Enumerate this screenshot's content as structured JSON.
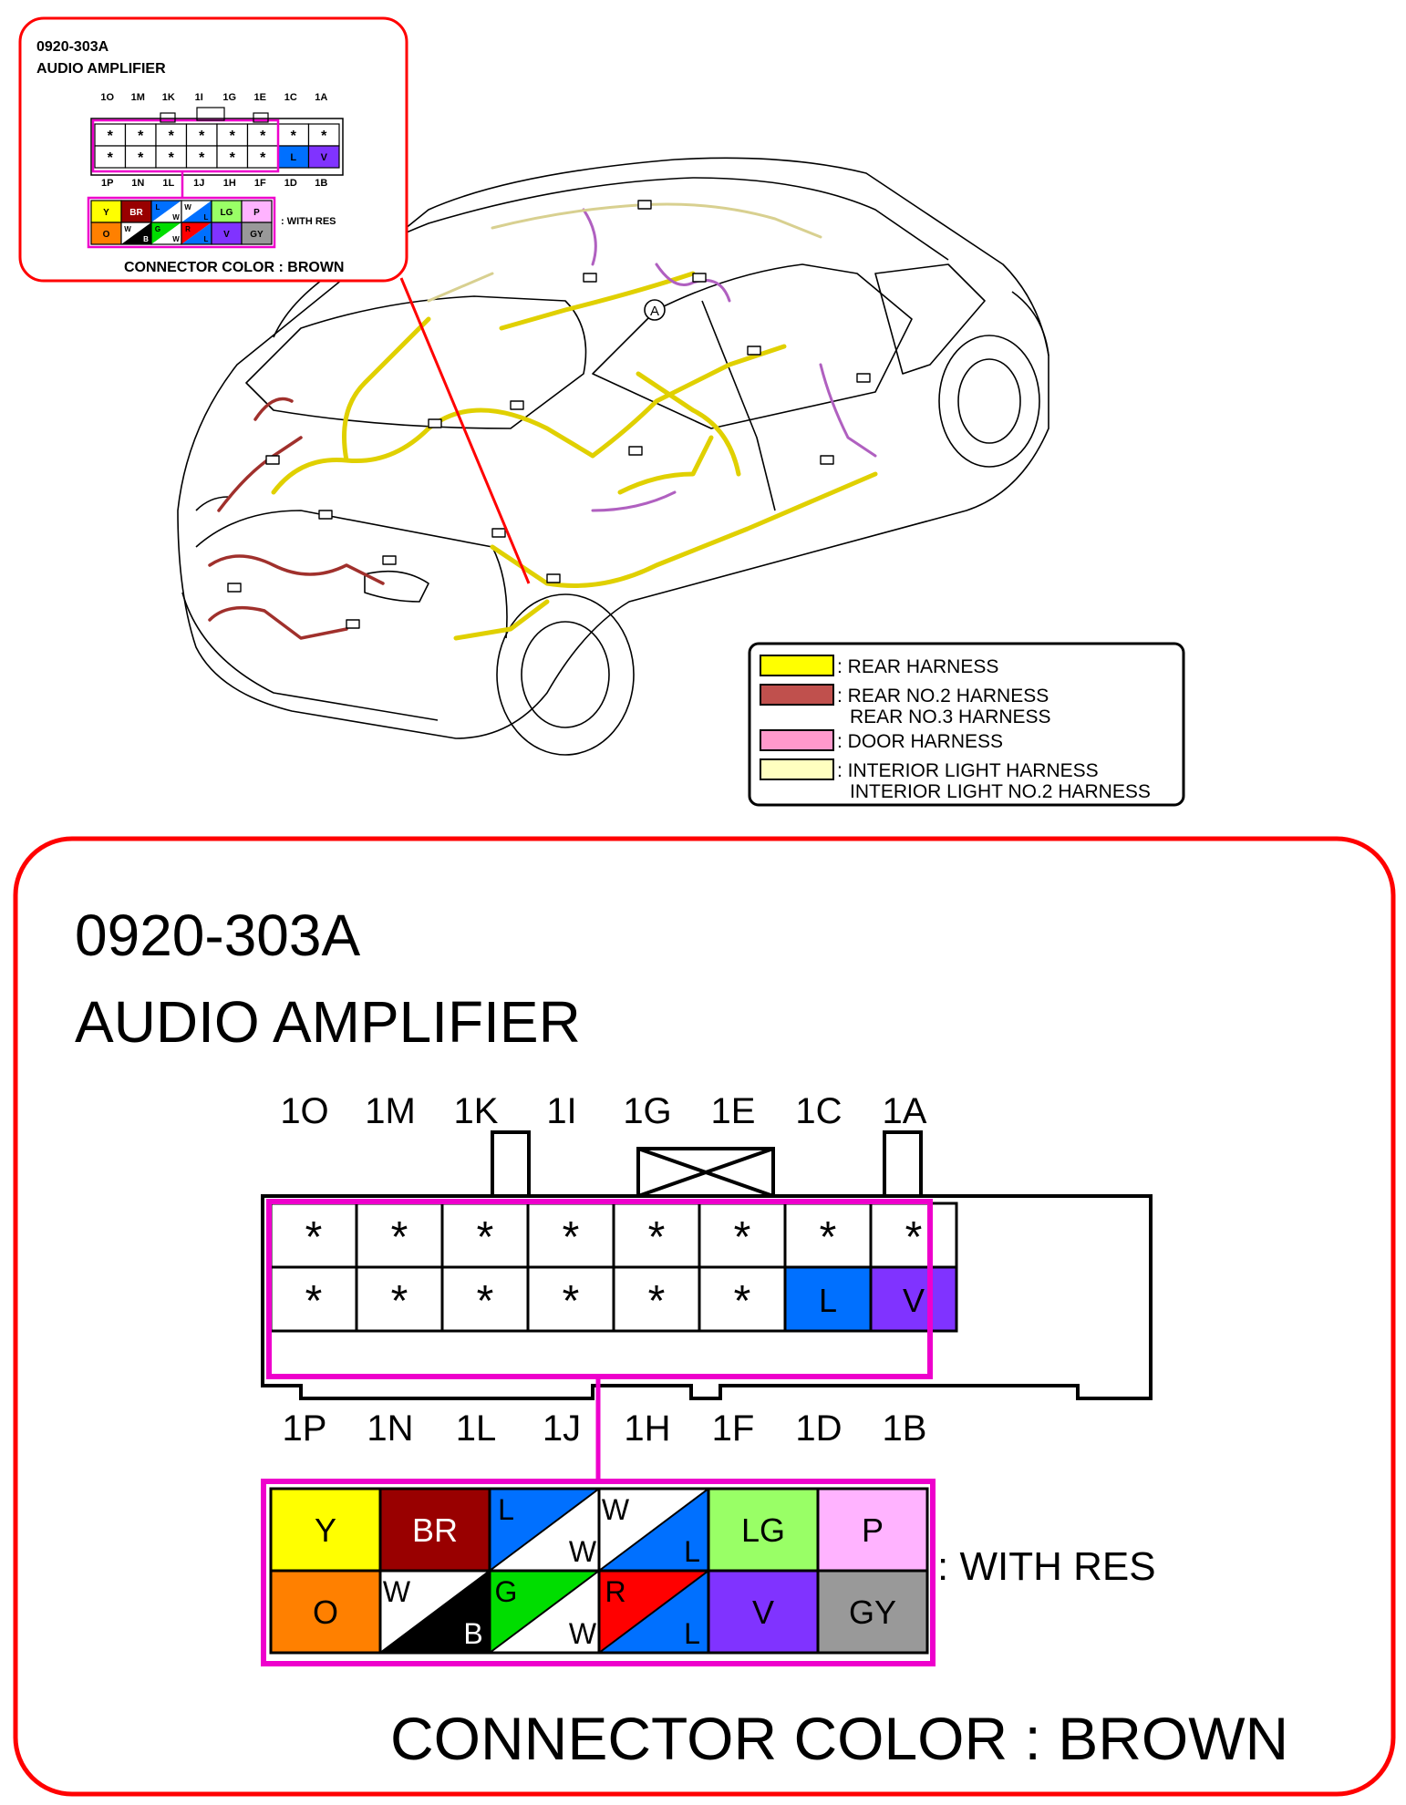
{
  "connector": {
    "code": "0920-303A",
    "name": "AUDIO AMPLIFIER",
    "top_pins": [
      "1O",
      "1M",
      "1K",
      "1I",
      "1G",
      "1E",
      "1C",
      "1A"
    ],
    "bottom_pins": [
      "1P",
      "1N",
      "1L",
      "1J",
      "1H",
      "1F",
      "1D",
      "1B"
    ],
    "grid_row1": [
      "*",
      "*",
      "*",
      "*",
      "*",
      "*",
      "*",
      "*"
    ],
    "grid_row2": [
      "*",
      "*",
      "*",
      "*",
      "*",
      "*",
      "L",
      "V"
    ],
    "with_res_label": ": WITH RES",
    "connector_color_text": "CONNECTOR COLOR : BROWN"
  },
  "res_cells": [
    {
      "type": "solid",
      "label": "Y",
      "color": "#ffff00",
      "text_color": "#000000"
    },
    {
      "type": "solid",
      "label": "BR",
      "color": "#990000",
      "text_color": "#ffffff"
    },
    {
      "type": "split",
      "top": "L",
      "bottom": "W",
      "color_top": "#0070ff",
      "color_bottom": "#ffffff"
    },
    {
      "type": "split",
      "top": "W",
      "bottom": "L",
      "color_top": "#ffffff",
      "color_bottom": "#0070ff"
    },
    {
      "type": "solid",
      "label": "LG",
      "color": "#99ff66",
      "text_color": "#000000"
    },
    {
      "type": "solid",
      "label": "P",
      "color": "#ffb3ff",
      "text_color": "#000000"
    },
    {
      "type": "solid",
      "label": "O",
      "color": "#ff8000",
      "text_color": "#000000"
    },
    {
      "type": "split",
      "top": "W",
      "bottom": "B",
      "color_top": "#ffffff",
      "color_bottom": "#000000"
    },
    {
      "type": "split",
      "top": "G",
      "bottom": "W",
      "color_top": "#00dd00",
      "color_bottom": "#ffffff"
    },
    {
      "type": "split",
      "top": "R",
      "bottom": "L",
      "color_top": "#ff0000",
      "color_bottom": "#0070ff"
    },
    {
      "type": "solid",
      "label": "V",
      "color": "#8033ff",
      "text_color": "#000000"
    },
    {
      "type": "solid",
      "label": "GY",
      "color": "#999999",
      "text_color": "#000000"
    }
  ],
  "legend": [
    {
      "color": "#ffff00",
      "lines": [
        ": REAR HARNESS"
      ]
    },
    {
      "color": "#c0504d",
      "lines": [
        ": REAR NO.2 HARNESS",
        "REAR NO.3 HARNESS"
      ]
    },
    {
      "color": "#ff99cc",
      "lines": [
        ": DOOR HARNESS"
      ]
    },
    {
      "color": "#ffffc0",
      "lines": [
        ": INTERIOR LIGHT HARNESS",
        "INTERIOR LIGHT NO.2 HARNESS"
      ]
    }
  ],
  "callout_marker": "A",
  "colors": {
    "frame_red": "#ff0000",
    "highlight_magenta": "#ee00cc",
    "pin_L": "#0070ff",
    "pin_V": "#8033ff"
  }
}
